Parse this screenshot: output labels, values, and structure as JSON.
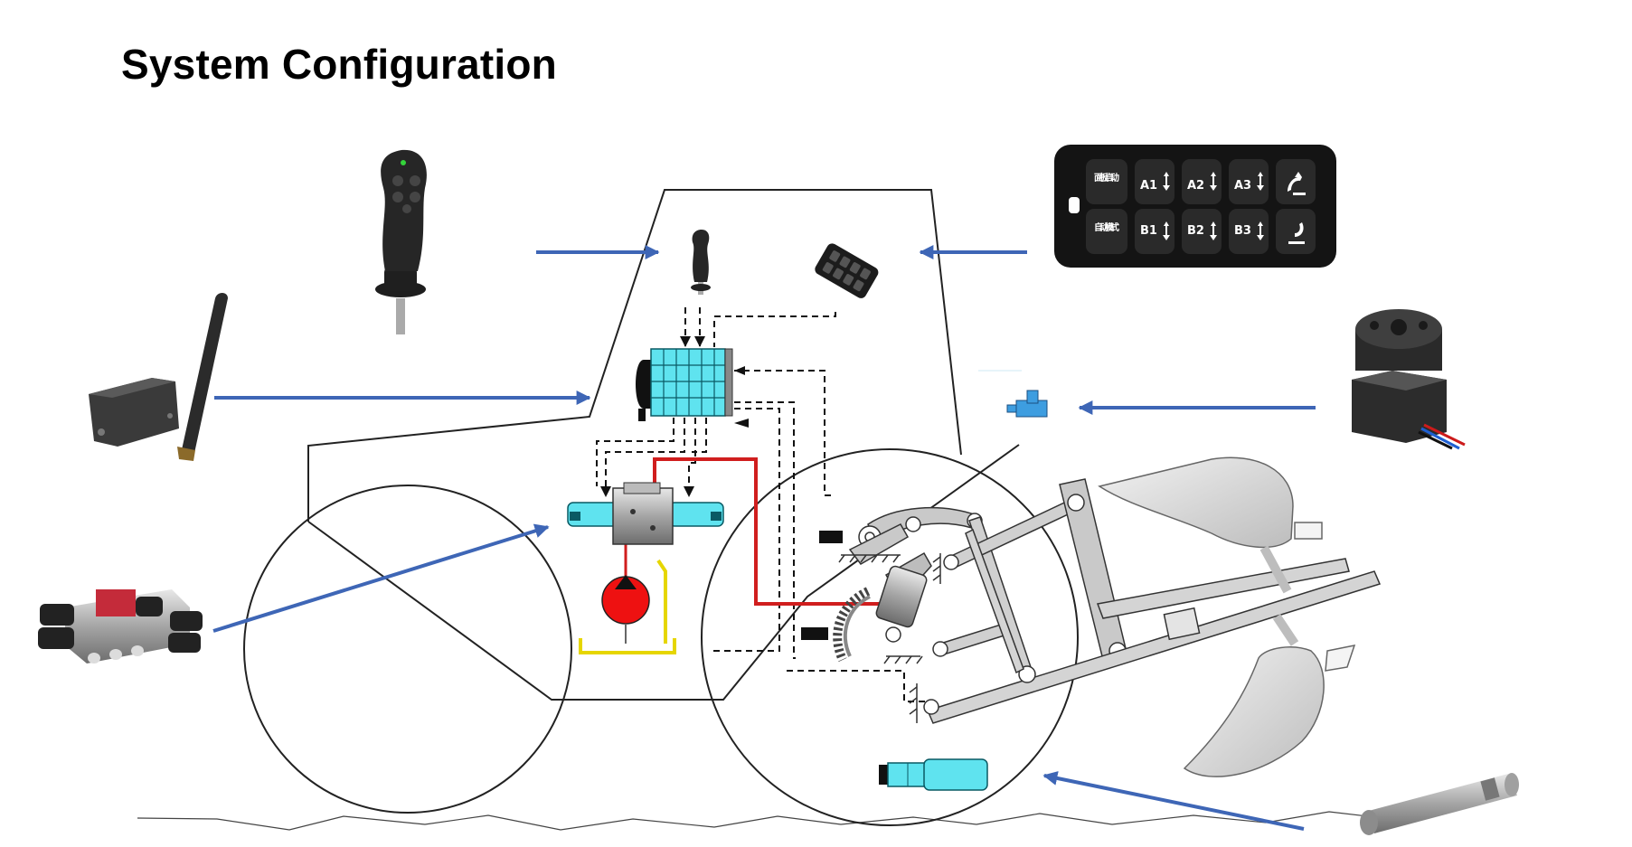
{
  "title": "System Configuration",
  "control_panel": {
    "row1_label": "面板启动",
    "row2_label": "自动模式",
    "buttons_top": [
      "A1",
      "A2",
      "A3"
    ],
    "buttons_bottom": [
      "B1",
      "B2",
      "B3"
    ]
  },
  "colors": {
    "arrow": "#3e66b6",
    "hydraulic_pressure_line": "#d01e1e",
    "tank_line": "#f2e400",
    "component_cyan": "#5fe3ef",
    "pump": "#ee1111",
    "panel": "#1a1a1a"
  }
}
